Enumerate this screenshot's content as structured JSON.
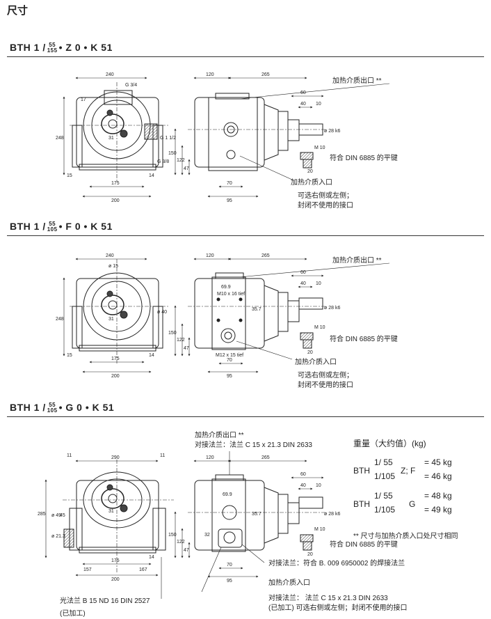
{
  "page_title": "尺寸",
  "sections": [
    {
      "prefix": "BTH 1 /",
      "frac_top": "55",
      "frac_bottom": "155",
      "code": "•  Z 0  •  K 51"
    },
    {
      "prefix": "BTH 1 /",
      "frac_top": "55",
      "frac_bottom": "105",
      "code": "•  F 0  •  K 51"
    },
    {
      "prefix": "BTH 1 /",
      "frac_top": "55",
      "frac_bottom": "105",
      "code": "•  G 0  •  K 51"
    }
  ],
  "labels": {
    "heat_out": "加热介质出口 **",
    "key": "符合 DIN 6885 的平键",
    "heat_in": "加热介质入口",
    "optional_1": "可选右侧或左侧；",
    "optional_2": "封闭不使用的接口",
    "flange_top": "对接法兰：法兰 C 15 x 21.3 DIN 2633",
    "flange_weld": "对接法兰：符合 B. 009 6950002 的焊接法兰",
    "flange_bottom": "对接法兰：  法兰 C 15 x 21.3 DIN 2633",
    "flange_bottom_2": "(已加工)  可选右侧或左侧；封闭不使用的接口",
    "flange_left": "光法兰 B 15 ND 16 DIN 2527",
    "flange_left_2": "(已加工)"
  },
  "weight": {
    "title": "重量（大约值）(kg)",
    "rows": [
      {
        "model": "BTH",
        "top": "1/ 55",
        "bottom": "1/105",
        "type": "Z; F",
        "top_val": "= 45 kg",
        "bottom_val": "= 46 kg"
      },
      {
        "model": "BTH",
        "top": "1/ 55",
        "bottom": "1/105",
        "type": "G",
        "top_val": "= 48 kg",
        "bottom_val": "= 49 kg"
      }
    ],
    "note": "** 尺寸与加热介质入口处尺寸相同"
  },
  "dims": {
    "w240": "240",
    "g34": "G 3/4",
    "d17": "17",
    "d248": "248",
    "d31": "31",
    "d15": "15",
    "d150": "150",
    "d122": "122",
    "d47": "47",
    "d175": "175",
    "d200": "200",
    "d14": "14",
    "g112": "G 1 1/2",
    "g38": "G 3/8",
    "d120": "120",
    "d265": "265",
    "d60": "60",
    "d40": "40",
    "d10": "10",
    "d28k6": "ø 28 k6",
    "d70": "70",
    "d95": "95",
    "m10": "M 10",
    "d20": "20",
    "phi15": "ø 15",
    "phi40": "ø 40",
    "d699": "69.9",
    "m10x16": "M10 x 16 tief",
    "d357": "35.7",
    "m12x15": "M12 x 15 tief",
    "d290": "290",
    "d11": "11",
    "d285": "285",
    "phi49": "ø 49",
    "d45": "45",
    "phi213": "ø 21.3",
    "d157": "157",
    "d167": "167",
    "d32": "32"
  }
}
